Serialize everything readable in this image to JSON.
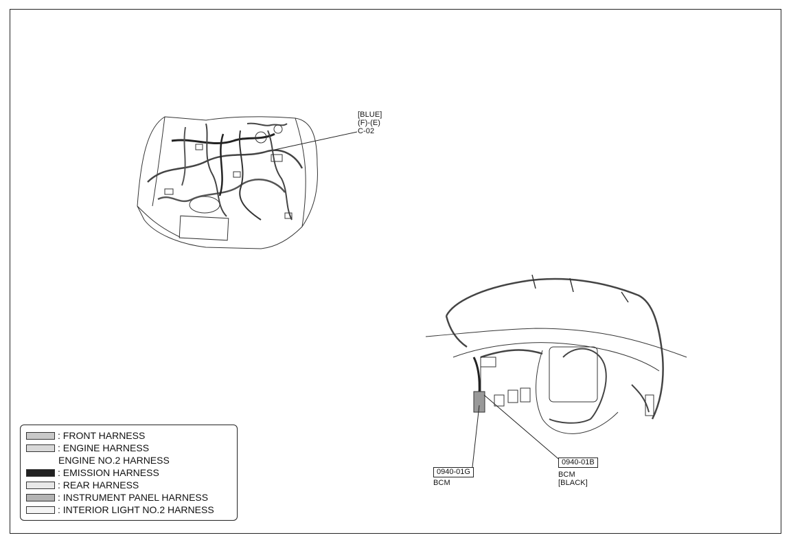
{
  "engine_callout": {
    "line1": "[BLUE]",
    "line2": "(F)-(E)",
    "line3": "C-02"
  },
  "bcm_left": {
    "code": "0940-01G",
    "name": "BCM"
  },
  "bcm_right": {
    "code": "0940-01B",
    "name": "BCM",
    "color": "[BLACK]"
  },
  "legend": {
    "items": [
      {
        "label": ": FRONT HARNESS",
        "swatch": "#c9c9c9"
      },
      {
        "label": ": ENGINE HARNESS",
        "swatch": "#d9d9d9"
      },
      {
        "label": ": EMISSION HARNESS",
        "swatch": "#222222"
      },
      {
        "label": ": REAR HARNESS",
        "swatch": "#e8e8e8"
      },
      {
        "label": ": INSTRUMENT PANEL HARNESS",
        "swatch": "#b3b3b3"
      },
      {
        "label": ": INTERIOR LIGHT NO.2 HARNESS",
        "swatch": "#f4f4f4"
      }
    ],
    "engine_sub": "ENGINE NO.2 HARNESS"
  }
}
